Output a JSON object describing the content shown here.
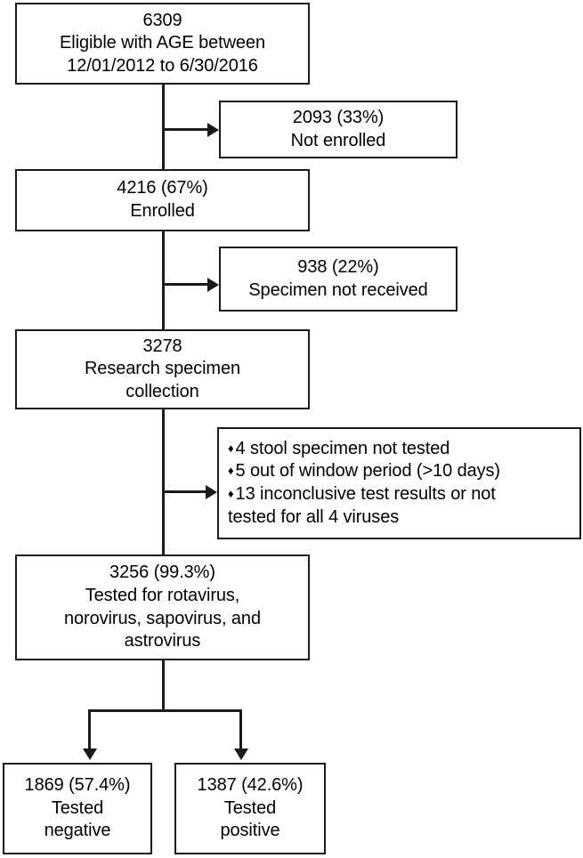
{
  "figure": {
    "type": "flowchart",
    "orientation": "top-down",
    "line_color": "#1a1a1a",
    "box_fill": "#ffffff"
  },
  "nodes": {
    "eligible": {
      "count": "6309",
      "lines": [
        "6309",
        "Eligible with AGE between",
        "12/01/2012 to 6/30/2016"
      ]
    },
    "not_enrolled": {
      "count": "2093",
      "percent": "33%",
      "lines": [
        "2093 (33%)",
        "Not enrolled"
      ]
    },
    "enrolled": {
      "count": "4216",
      "percent": "67%",
      "lines": [
        "4216 (67%)",
        "Enrolled"
      ]
    },
    "specimen_not_received": {
      "count": "938",
      "percent": "22%",
      "lines": [
        "938 (22%)",
        "Specimen not received"
      ]
    },
    "research_specimen": {
      "count": "3278",
      "lines": [
        "3278",
        "Research specimen",
        "collection"
      ]
    },
    "exclusions": {
      "bullet_glyph": "♦",
      "items": [
        "4 stool specimen not tested",
        "5 out of window period (>10 days)",
        "13 inconclusive test results or not"
      ],
      "continuation": "tested for all 4 viruses"
    },
    "tested": {
      "count": "3256",
      "percent": "99.3%",
      "lines": [
        "3256 (99.3%)",
        "Tested for rotavirus,",
        "norovirus, sapovirus, and",
        "astrovirus"
      ]
    },
    "tested_negative": {
      "count": "1869",
      "percent": "57.4%",
      "lines": [
        "1869 (57.4%)",
        "Tested",
        "negative"
      ]
    },
    "tested_positive": {
      "count": "1387",
      "percent": "42.6%",
      "lines": [
        "1387 (42.6%)",
        "Tested",
        "positive"
      ]
    }
  }
}
